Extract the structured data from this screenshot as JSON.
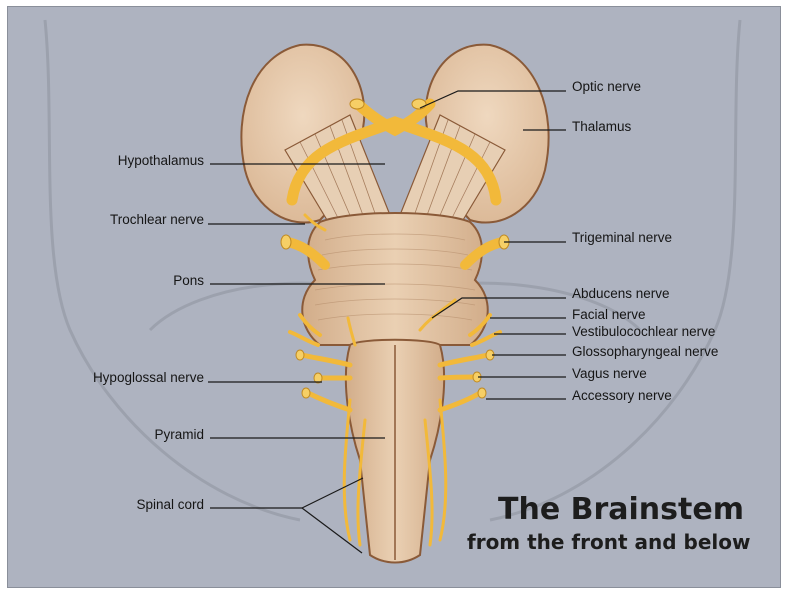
{
  "labels": {
    "hypothalamus": "Hypothalamus",
    "trochlear": "Trochlear nerve",
    "pons": "Pons",
    "hypoglossal": "Hypoglossal nerve",
    "pyramid": "Pyramid",
    "spinal_cord": "Spinal cord",
    "optic": "Optic nerve",
    "thalamus": "Thalamus",
    "trigeminal": "Trigeminal nerve",
    "abducens": "Abducens nerve",
    "facial": "Facial nerve",
    "vestibulocochlear": "Vestibulocochlear nerve",
    "glossopharyngeal": "Glossopharyngeal nerve",
    "vagus": "Vagus nerve",
    "accessory": "Accessory nerve"
  },
  "title": {
    "main": "The Brainstem",
    "sub": "from the front and below"
  },
  "colors": {
    "background": "#aeb3c0",
    "tissue": "#e6c8a8",
    "tissue_outline": "#8a5a38",
    "nerve": "#f2b93a"
  }
}
